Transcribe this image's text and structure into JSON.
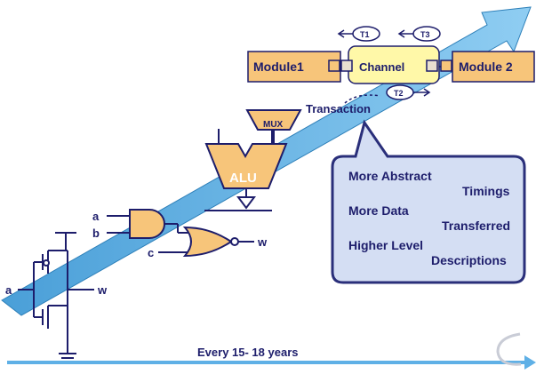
{
  "modules": {
    "module1": "Module1",
    "channel": "Channel",
    "module2": "Module 2"
  },
  "threads": {
    "t1": "T1",
    "t2": "T2",
    "t3": "T3"
  },
  "transaction_label": "Transaction",
  "mux_label": "MUX",
  "alu_label": "ALU",
  "gate_inputs": {
    "a": "a",
    "b": "b",
    "c": "c",
    "w": "w"
  },
  "transistor_labels": {
    "a": "a",
    "w": "w"
  },
  "callout": {
    "line1a": "More Abstract",
    "line1b": "Timings",
    "line2a": "More Data",
    "line2b": "Transferred",
    "line3a": "Higher Level",
    "line3b": "Descriptions"
  },
  "timeline_label": "Every 15- 18 years",
  "colors": {
    "arrow_fill": "#5fb0e6",
    "module_fill": "#f7c57a",
    "channel_fill": "#fff8a8",
    "callout_fill": "#d4def3",
    "callout_stroke": "#2a2f7a",
    "text": "#1d1d6b",
    "gate_fill": "#f7c57a"
  }
}
